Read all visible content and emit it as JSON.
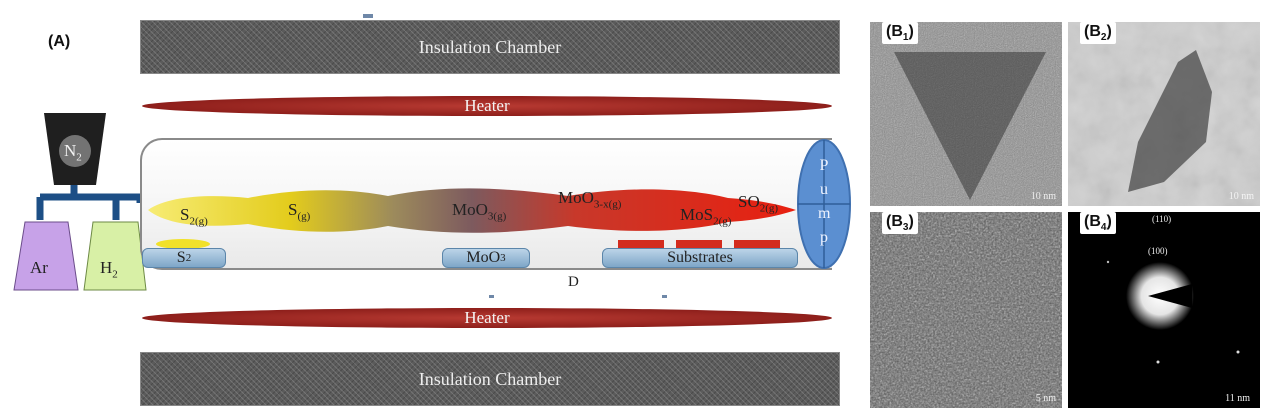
{
  "panel_a": {
    "label": "(A)",
    "chamber_top": "Insulation Chamber",
    "chamber_bottom": "Insulation Chamber",
    "heater_top": "Heater",
    "heater_bottom": "Heater",
    "gas_n2": "N",
    "gas_n2_sub": "2",
    "gas_ar": "Ar",
    "gas_h2": "H",
    "gas_h2_sub": "2",
    "pump": "Pump",
    "sublabel_d": "D",
    "boats": {
      "s2": {
        "main": "S",
        "sub": "2"
      },
      "moo3": {
        "main": "MoO",
        "sub": "3"
      },
      "substrates": "Substrates"
    },
    "species": {
      "s2g": {
        "main": "S",
        "sub": "2(g)"
      },
      "sg": {
        "main": "S",
        "sub": "(g)"
      },
      "moo3g": {
        "main": "MoO",
        "sub": "3(g)"
      },
      "moo3xg": {
        "main": "MoO",
        "sub": "3-x(g)"
      },
      "mos2g": {
        "main": "MoS",
        "sub": "2(g)"
      },
      "so2g": {
        "main": "SO",
        "sub": "2(g)"
      }
    },
    "colors": {
      "n2": "#1f1f1f",
      "ar": "#c7a2e8",
      "h2": "#d8f0a6",
      "pipe": "#1d4f86",
      "pump": "#5b8fd1"
    }
  },
  "panel_b": {
    "b1": {
      "label": "(B",
      "sub": "1",
      "close": ")",
      "scale": "10 nm"
    },
    "b2": {
      "label": "(B",
      "sub": "2",
      "close": ")",
      "scale": "10 nm"
    },
    "b3": {
      "label": "(B",
      "sub": "3",
      "close": ")",
      "scale": "5 nm"
    },
    "b4": {
      "label": "(B",
      "sub": "4",
      "close": ")",
      "scale": "11 nm",
      "ring_110": "(110)",
      "ring_100": "(100)"
    }
  }
}
